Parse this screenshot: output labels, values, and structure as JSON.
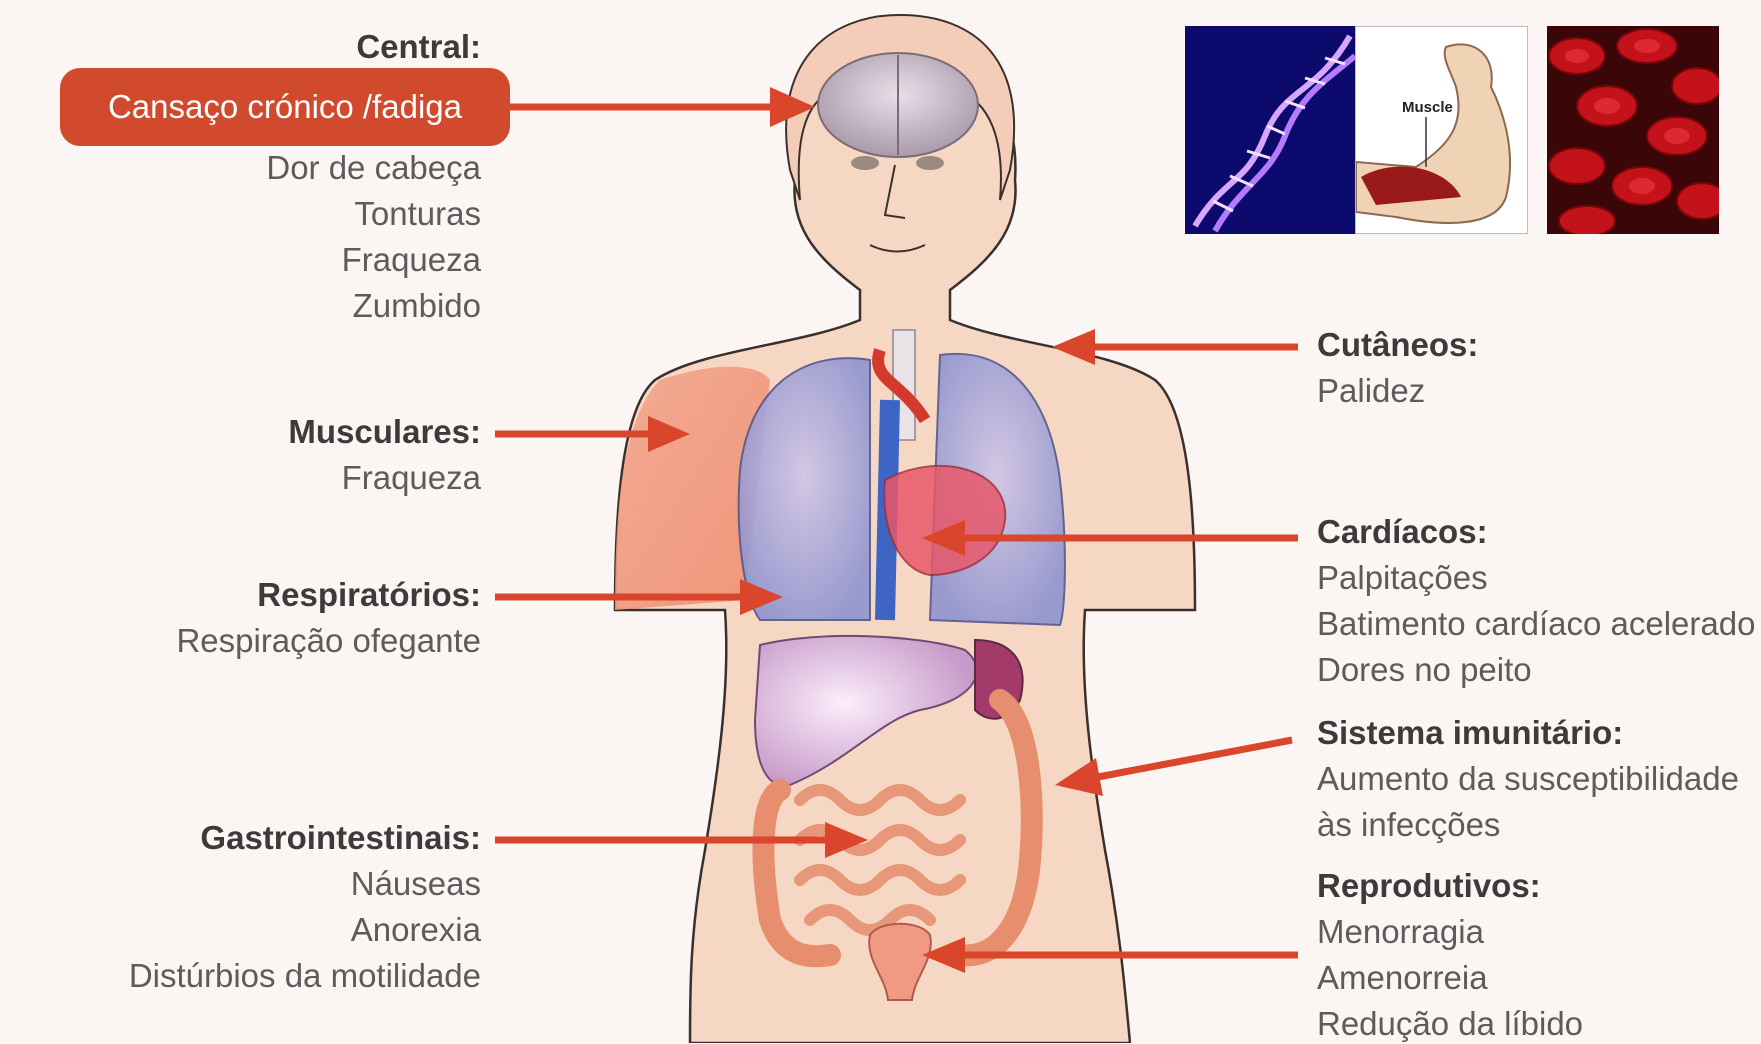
{
  "colors": {
    "accent": "#d24a2e",
    "arrow": "#d9462c",
    "heading": "#3e3a39",
    "text": "#5f5b5a",
    "skin": "#f6d7c4"
  },
  "left": {
    "central": {
      "heading": "Central:",
      "highlight": "Cansaço crónico /fadiga",
      "items": [
        "Dor de cabeça",
        "Tonturas",
        "Fraqueza",
        "Zumbido"
      ]
    },
    "musculares": {
      "heading": "Musculares:",
      "items": [
        "Fraqueza"
      ]
    },
    "respiratorios": {
      "heading": "Respiratórios:",
      "items": [
        "Respiração ofegante"
      ]
    },
    "gastro": {
      "heading": "Gastrointestinais:",
      "items": [
        "Náuseas",
        "Anorexia",
        "Distúrbios da motilidade"
      ]
    }
  },
  "right": {
    "cutaneos": {
      "heading": "Cutâneos:",
      "items": [
        "Palidez"
      ]
    },
    "cardiacos": {
      "heading": "Cardíacos:",
      "items": [
        "Palpitações",
        "Batimento cardíaco acelerado",
        "Dores no peito"
      ]
    },
    "imunitario": {
      "heading": "Sistema imunitário:",
      "items": [
        "Aumento da susceptibilidade",
        "às infecções"
      ]
    },
    "reprodutivos": {
      "heading": "Reprodutivos:",
      "items": [
        "Menorragia",
        "Amenorreia",
        "Redução da líbido"
      ]
    }
  },
  "inset_images": [
    {
      "icon": "dna-helix-image"
    },
    {
      "icon": "arm-muscle-image",
      "label": "Muscle"
    },
    {
      "icon": "red-blood-cells-image"
    }
  ]
}
